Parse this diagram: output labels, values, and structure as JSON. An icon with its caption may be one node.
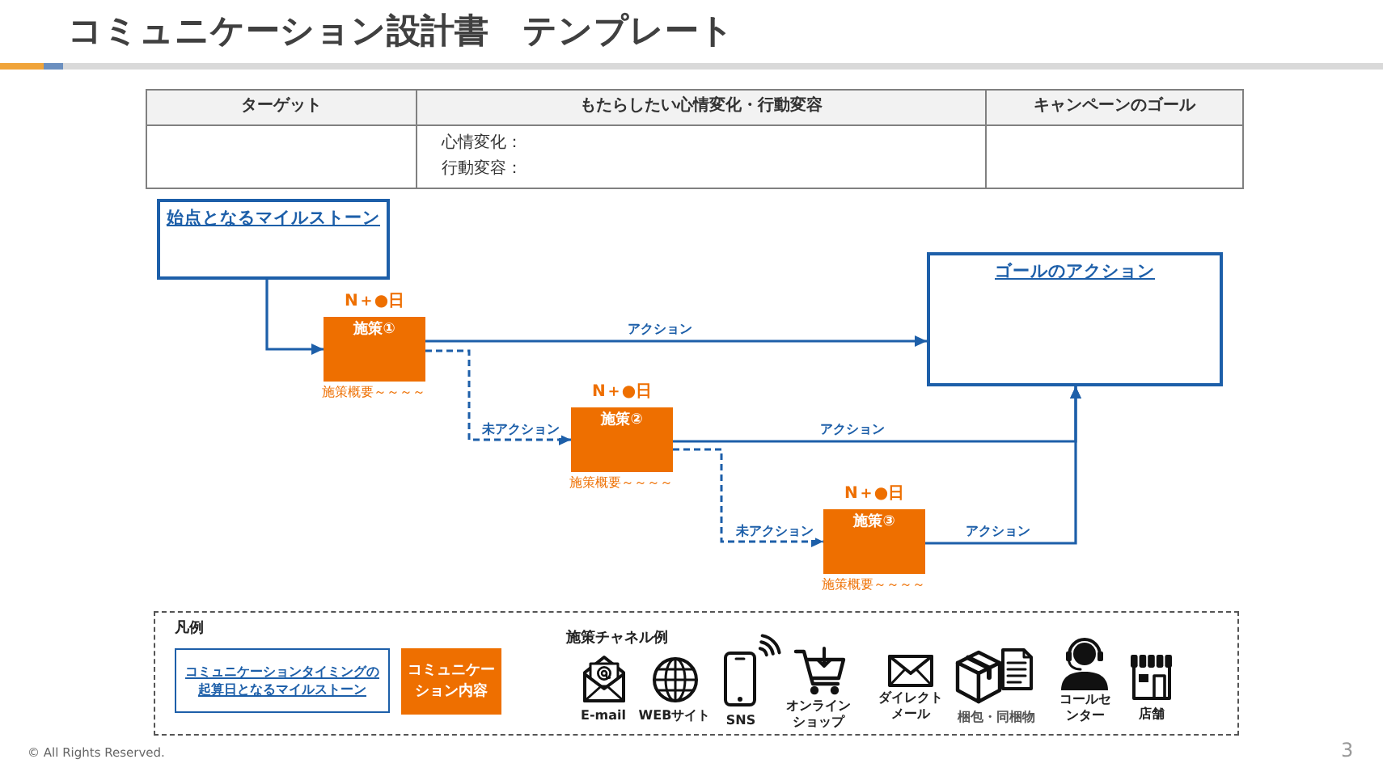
{
  "diagram": {
    "title": "コミュニケーション設計書　テンプレート",
    "nodes": [
      {
        "text": [
          "始点となるマイルストーン"
        ]
      },
      {
        "text": [
          "ゴールのアクション"
        ]
      },
      {
        "text": [
          "施策①"
        ],
        "beside": [
          "N＋●日",
          "施策概要～～～～"
        ]
      },
      {
        "text": [
          "施策②"
        ],
        "beside": [
          "N＋●日",
          "施策概要～～～～"
        ]
      },
      {
        "text": [
          "施策③"
        ],
        "beside": [
          "N＋●日",
          "施策概要～～～～"
        ]
      },
      {
        "text": [
          "凡例"
        ]
      },
      {
        "text": [
          "コミュニケーションタイミングの起算日となるマイルストーン"
        ],
        "in": 5
      },
      {
        "text": [
          "コミュニケーション内容"
        ],
        "in": 5
      }
    ],
    "edges": [
      {
        "from": 0,
        "to": 2,
        "arrow": "to"
      },
      {
        "from": 2,
        "to": 1,
        "arrow": "to",
        "label": "アクション"
      },
      {
        "from": 2,
        "to": 3,
        "arrow": "to",
        "label": "未アクション",
        "style": "dashed"
      },
      {
        "from": 3,
        "to": 1,
        "arrow": "to",
        "label": "アクション"
      },
      {
        "from": 3,
        "to": 4,
        "arrow": "to",
        "label": "未アクション",
        "style": "dashed"
      },
      {
        "from": 4,
        "to": 1,
        "arrow": "to",
        "label": "アクション"
      }
    ],
    "labels": [
      "ターゲット",
      "もたらしたい心情変化・行動変容",
      "キャンペーンのゴール",
      "心情変化：",
      "行動変容：",
      "施策チャネル例",
      "E-mail",
      "WEBサイト",
      "SNS",
      "オンラインショップ",
      "ダイレクトメール",
      "梱包・同梱物",
      "コールセンター",
      "店舗",
      "© All Rights Reserved.",
      "3"
    ]
  }
}
